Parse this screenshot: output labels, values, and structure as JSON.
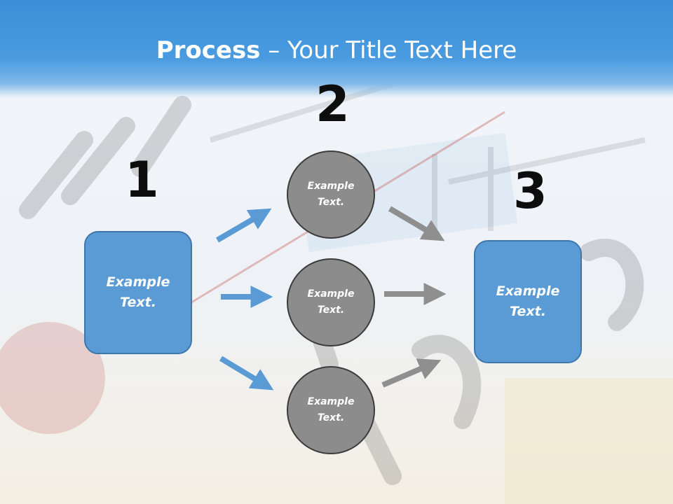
{
  "title": {
    "bold": "Process",
    "rest": " – Your Title Text Here"
  },
  "numbers": [
    "1",
    "2",
    "3"
  ],
  "left_box": {
    "line1": "Example",
    "line2": "Text."
  },
  "right_box": {
    "line1": "Example",
    "line2": "Text."
  },
  "circles": [
    {
      "line1": "Example",
      "line2": "Text."
    },
    {
      "line1": "Example",
      "line2": "Text."
    },
    {
      "line1": "Example",
      "line2": "Text."
    }
  ],
  "colors": {
    "header": "#3a8fd6",
    "box_fill": "#5b9bd5",
    "circle_fill": "#8c8c8c",
    "blue_arrow": "#5b9bd5",
    "gray_arrow": "#8f8f8f"
  }
}
